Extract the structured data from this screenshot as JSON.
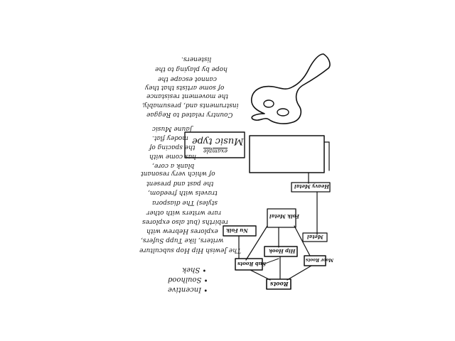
{
  "sketch": {
    "bullets": [
      "• Incentive",
      "• Soulhood",
      "• Shek"
    ],
    "notes": [
      "The Jewish Hip Hop subculture",
      "writers, like Tupp Sufers,",
      "explores Hebrew with",
      "rebirths (but also explores",
      "rare writers with other",
      "styles) The diaspora",
      "travels with freedom,",
      "the past and present",
      "of which very resonant",
      "blank a core,",
      "has come with",
      "the spacing of",
      "modey flat.",
      "Jaune Music",
      "",
      "Country related to Reggae",
      "instruments and, presumably,",
      "the movement resistance",
      "of some artists that they",
      "cannot escape the",
      "hope by playing to the",
      "listeners."
    ],
    "music_type_box": {
      "title": "Music type",
      "caption": "example"
    },
    "tree": {
      "root": "Roots",
      "left_child": "Sub Roots",
      "center_child": "Hip Hook",
      "right_child": "Moor Roots",
      "left_leaf": "Nu Folk",
      "center_top": "Folk Metal",
      "right_label": "Metal",
      "top_label": "Heavy Metal"
    }
  }
}
